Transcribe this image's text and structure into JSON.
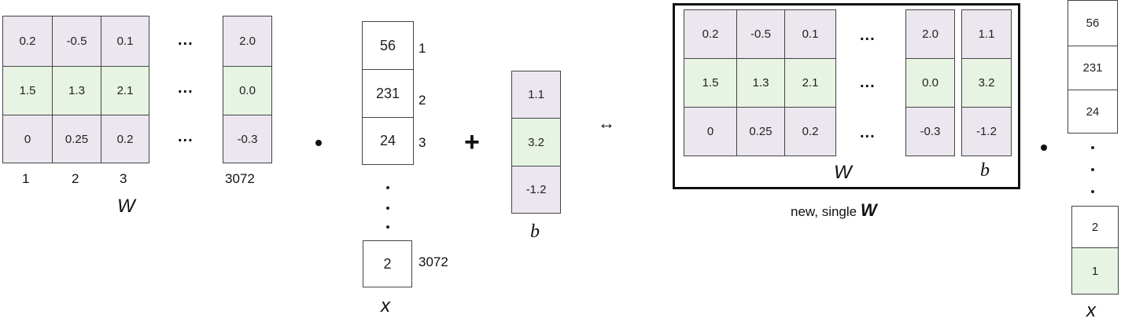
{
  "left_matrix": {
    "rows": [
      [
        "0.2",
        "-0.5",
        "0.1",
        "2.0"
      ],
      [
        "1.5",
        "1.3",
        "2.1",
        "0.0"
      ],
      [
        "0",
        "0.25",
        "0.2",
        "-0.3"
      ]
    ],
    "column_labels": [
      "1",
      "2",
      "3",
      "3072"
    ],
    "ellipsis": "...",
    "label": "W"
  },
  "operator_dot": "•",
  "x_vector": {
    "values": [
      "56",
      "231",
      "24"
    ],
    "index_labels": [
      "1",
      "2",
      "3"
    ],
    "last_value": "2",
    "last_index": "3072",
    "label": "x"
  },
  "plus_sign": "+",
  "b_vector": {
    "values": [
      "1.1",
      "3.2",
      "-1.2"
    ],
    "label": "b"
  },
  "equivalence_arrow": "↔",
  "combined": {
    "rows": [
      [
        "0.2",
        "-0.5",
        "0.1",
        "2.0",
        "1.1"
      ],
      [
        "1.5",
        "1.3",
        "2.1",
        "0.0",
        "3.2"
      ],
      [
        "0",
        "0.25",
        "0.2",
        "-0.3",
        "-1.2"
      ]
    ],
    "ellipsis": "...",
    "w_label": "W",
    "b_label": "b",
    "caption_prefix": "new, single ",
    "caption_var": "W"
  },
  "x_extended": {
    "values": [
      "56",
      "231",
      "24"
    ],
    "tail_values": [
      "2",
      "1"
    ],
    "label": "x"
  },
  "colors": {
    "purple": "#ece6ef",
    "green": "#e7f4e4",
    "border": "#444444"
  }
}
